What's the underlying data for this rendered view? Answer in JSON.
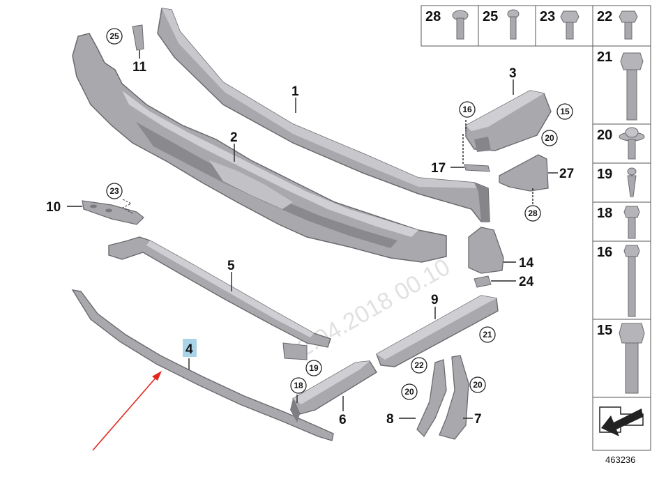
{
  "diagram": {
    "watermark": "2.04.2018 00.10",
    "document_number": "463236",
    "colors": {
      "part_fill": "#a9a9ad",
      "part_dark": "#7d7d82",
      "part_light": "#cfcfd3",
      "outline": "#6a6a6e",
      "highlight": "#a9d3e6",
      "arrow": "#e3261e"
    },
    "callouts": {
      "c1": "1",
      "c2": "2",
      "c3": "3",
      "c4": "4",
      "c5": "5",
      "c6": "6",
      "c7": "7",
      "c8": "8",
      "c9": "9",
      "c10": "10",
      "c11": "11",
      "c14": "14",
      "c17": "17",
      "c24": "24",
      "c27": "27"
    },
    "circled": {
      "k25": "25",
      "k23": "23",
      "k16": "16",
      "k15": "15",
      "k20a": "20",
      "k28": "28",
      "k21": "21",
      "k22": "22",
      "k19": "19",
      "k18": "18",
      "k20b": "20",
      "k20c": "20"
    },
    "legend_top": [
      "28",
      "25",
      "23",
      "22"
    ],
    "legend_side": [
      "21",
      "20",
      "19",
      "18",
      "16",
      "15"
    ],
    "highlighted_part": "4",
    "arrow_icon": "red-pointer-arrow"
  }
}
